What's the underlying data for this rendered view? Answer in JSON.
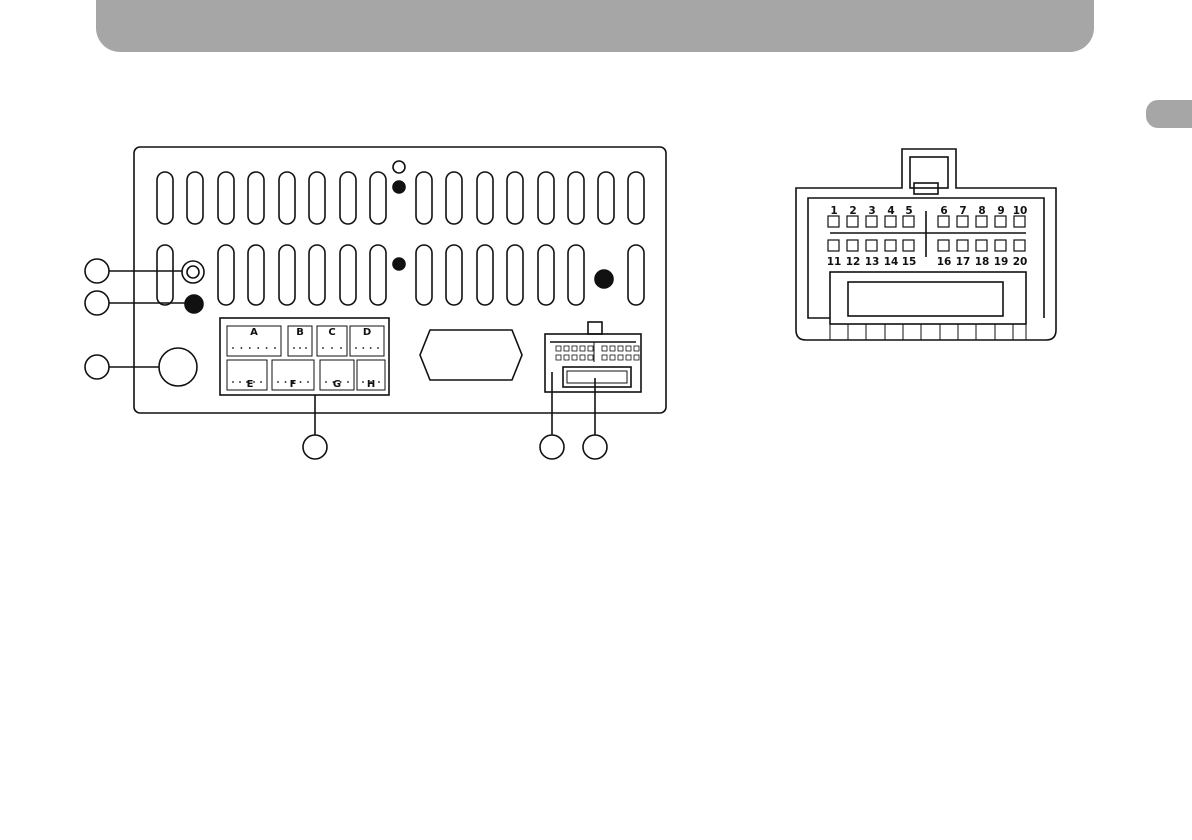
{
  "colors": {
    "banner": "#a6a6a6",
    "line": "#111111",
    "paper": "#ffffff"
  },
  "rear_panel": {
    "connector_labels": [
      "A",
      "B",
      "C",
      "D",
      "E",
      "F",
      "G",
      "H"
    ]
  },
  "pinout": {
    "top_row_pins": [
      "1",
      "2",
      "3",
      "4",
      "5",
      "6",
      "7",
      "8",
      "9",
      "10"
    ],
    "bottom_row_pins": [
      "11",
      "12",
      "13",
      "14",
      "15",
      "16",
      "17",
      "18",
      "19",
      "20"
    ]
  }
}
